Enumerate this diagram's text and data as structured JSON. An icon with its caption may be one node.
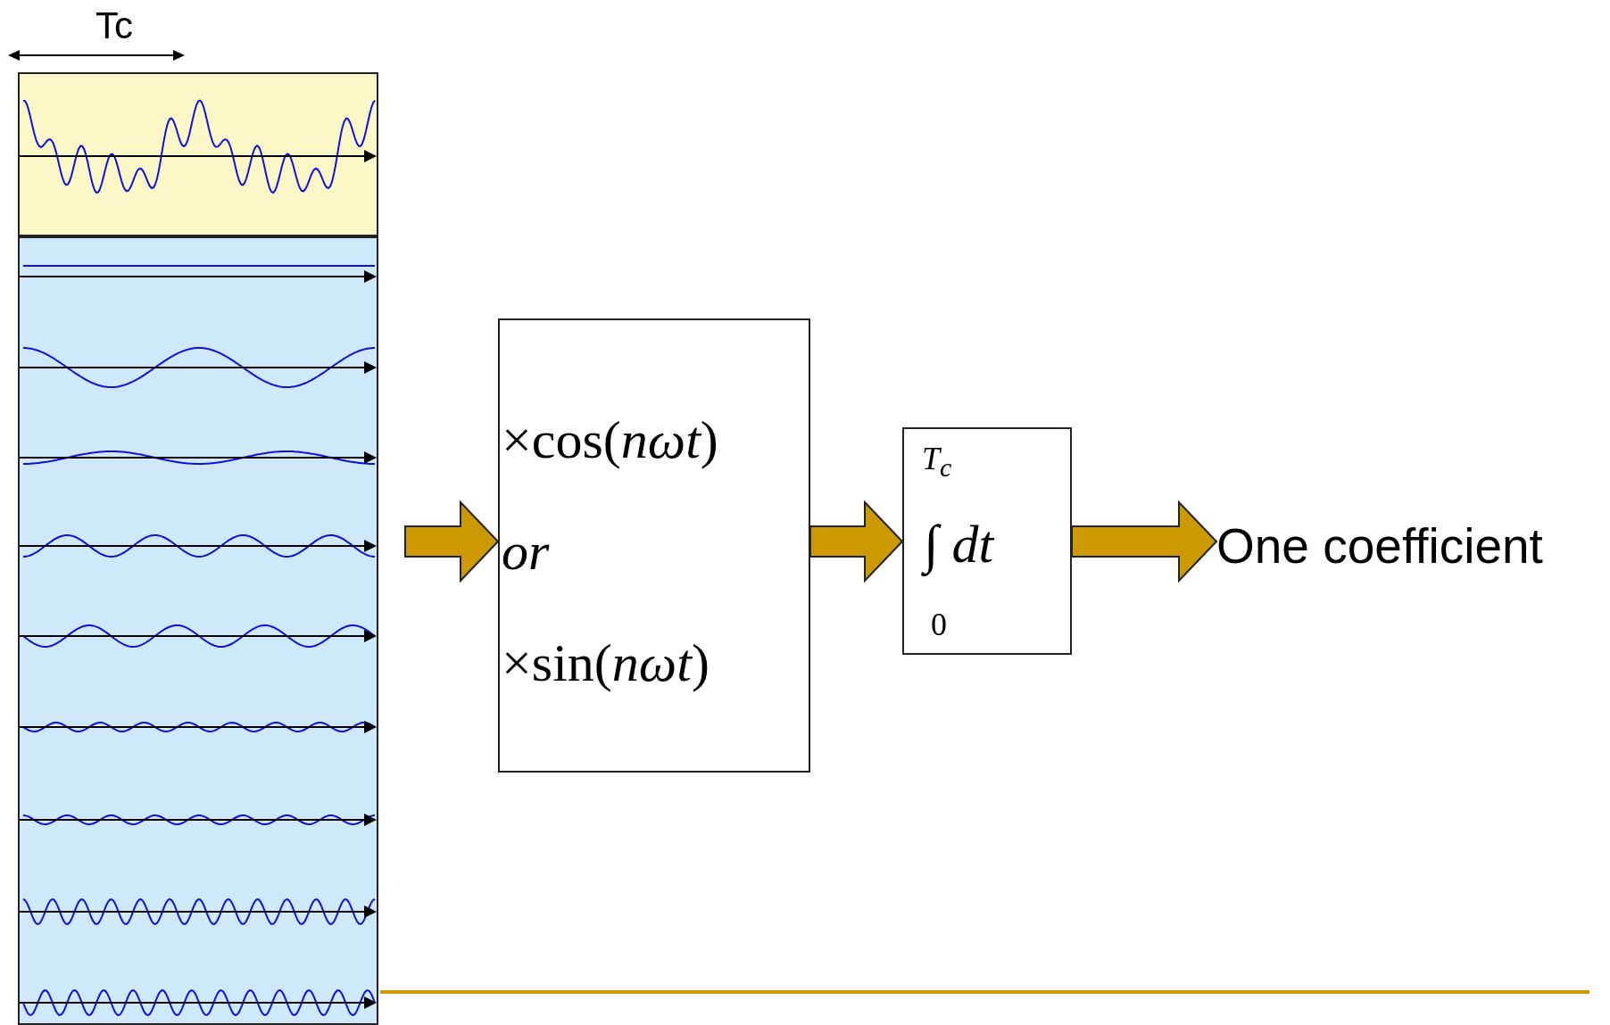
{
  "diagram": {
    "nodes": [
      {
        "text": [],
        "shape": "box"
      },
      {
        "text": [],
        "shape": "box"
      },
      {
        "text": [
          "×cos(*nωt*)",
          "or",
          "×sin(*nωt*)"
        ]
      },
      {
        "text": [
          "T$_{c}$",
          "∫ dt",
          "0"
        ]
      },
      {
        "text": [
          "One coefficient"
        ]
      }
    ],
    "edges": [
      {
        "from": 1,
        "to": 2,
        "arrow": "to"
      },
      {
        "from": 2,
        "to": 3,
        "arrow": "to"
      },
      {
        "from": 3,
        "to": 4,
        "arrow": "to"
      }
    ],
    "labels": [
      "Tc"
    ]
  }
}
